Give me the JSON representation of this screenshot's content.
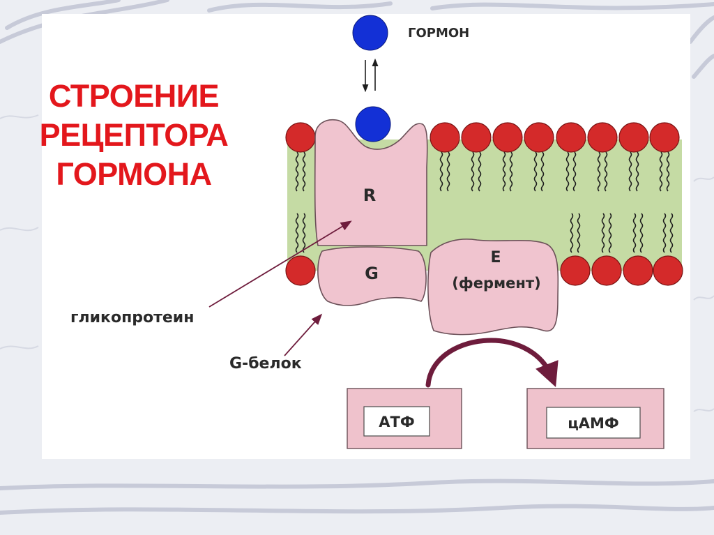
{
  "slide": {
    "title_lines": [
      "СТРОЕНИЕ",
      "РЕЦЕПТОРА",
      "ГОРМОНА"
    ]
  },
  "diagram": {
    "hormone_label": "ГОРМОН",
    "receptor_label": "R",
    "g_protein_label": "G",
    "enzyme_label": "E",
    "enzyme_caption": "(фермент)",
    "glycoprotein_label": "гликопротеин",
    "g_protein_callout": "G-белок",
    "substrate_label": "АТФ",
    "product_label": "цАМФ"
  },
  "colors": {
    "title": "#e3171c",
    "hormone": "#1330d6",
    "lipid_head": "#d42a2a",
    "membrane": "#c5dba4",
    "protein": "#f0c4cf",
    "arrow": "#6e1c3c",
    "box_fill": "#efc2cc"
  }
}
